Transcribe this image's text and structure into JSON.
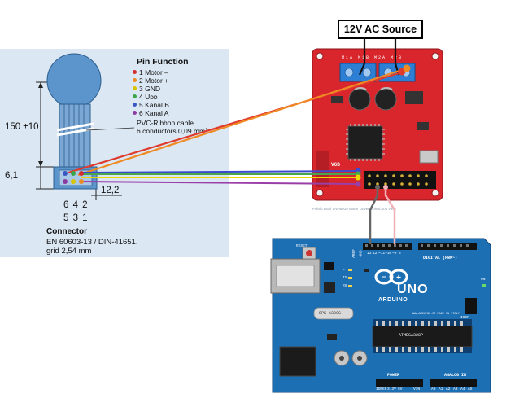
{
  "source_label": "12V AC Source",
  "pin_function": {
    "title": "Pin Function",
    "pins": [
      {
        "label": "1 Motor –",
        "color": "#d42d2d"
      },
      {
        "label": "2 Motor +",
        "color": "#ee8a22"
      },
      {
        "label": "3 GND",
        "color": "#d9c400"
      },
      {
        "label": "4 Uᴅᴅ",
        "color": "#3aa64a"
      },
      {
        "label": "5 Kanal B",
        "color": "#3a56c2"
      },
      {
        "label": "6 Kanal A",
        "color": "#8c3ca0"
      }
    ]
  },
  "cable": {
    "line1": "PVC-Ribbon cable",
    "line2": "6 conductors 0,09 mm²"
  },
  "dimensions": {
    "height": "150 ±10",
    "connector_height": "6,1",
    "connector_width": "12,2"
  },
  "connector_pins": {
    "row1": "6 4 2",
    "row2": "5 3 1"
  },
  "connector": {
    "title": "Connector",
    "line1": "EN 60603-13 / DIN-41651.",
    "line2": "grid 2,54 mm"
  },
  "driver_board": {
    "silk_top": "M1A M1B M2A M2B",
    "chip_label": "V6B",
    "caption": "Pololu Dual VNH5019 Motor Driver Shield, top view."
  },
  "arduino": {
    "logo": "UNO",
    "brand": "ARDUINO",
    "digital_label": "DIGITAL (PWM~)",
    "power_label": "POWER",
    "analog_label": "ANALOG IN",
    "chip_text": "ATMEGA328P",
    "crystal": "SPK 6300G",
    "url": "WWW.ARDUINO.CC  MADE IN ITALY",
    "on_label": "ON",
    "tx_label": "TX",
    "rx_label": "RX",
    "l_label": "L",
    "aref_label": "AREF",
    "gnd_label": "GND",
    "pin13": "13",
    "pin12": "12",
    "pin11": "~11",
    "pin10": "~10",
    "pin9": "~9",
    "pin8": "8",
    "icsp": "ICSP",
    "reset": "RESET",
    "ioref": "IOREF",
    "v33": "3.3V",
    "v5": "5V",
    "vin": "VIN",
    "a0": "A0",
    "a1": "A1",
    "a2": "A2",
    "a3": "A3",
    "a4": "A4",
    "a5": "A5"
  },
  "colors": {
    "panel": "#dbe7f3",
    "board_red": "#d8262c",
    "arduino_blue": "#1d6fb3",
    "wire_red": "#e03a2d",
    "wire_orange": "#ef8a25",
    "wire_yellow": "#ecd800",
    "wire_green": "#4aa64a",
    "wire_blue": "#3a4bd0",
    "wire_purple": "#9a3ea8",
    "wire_gray": "#666666",
    "wire_pink": "#f0b0b8"
  }
}
